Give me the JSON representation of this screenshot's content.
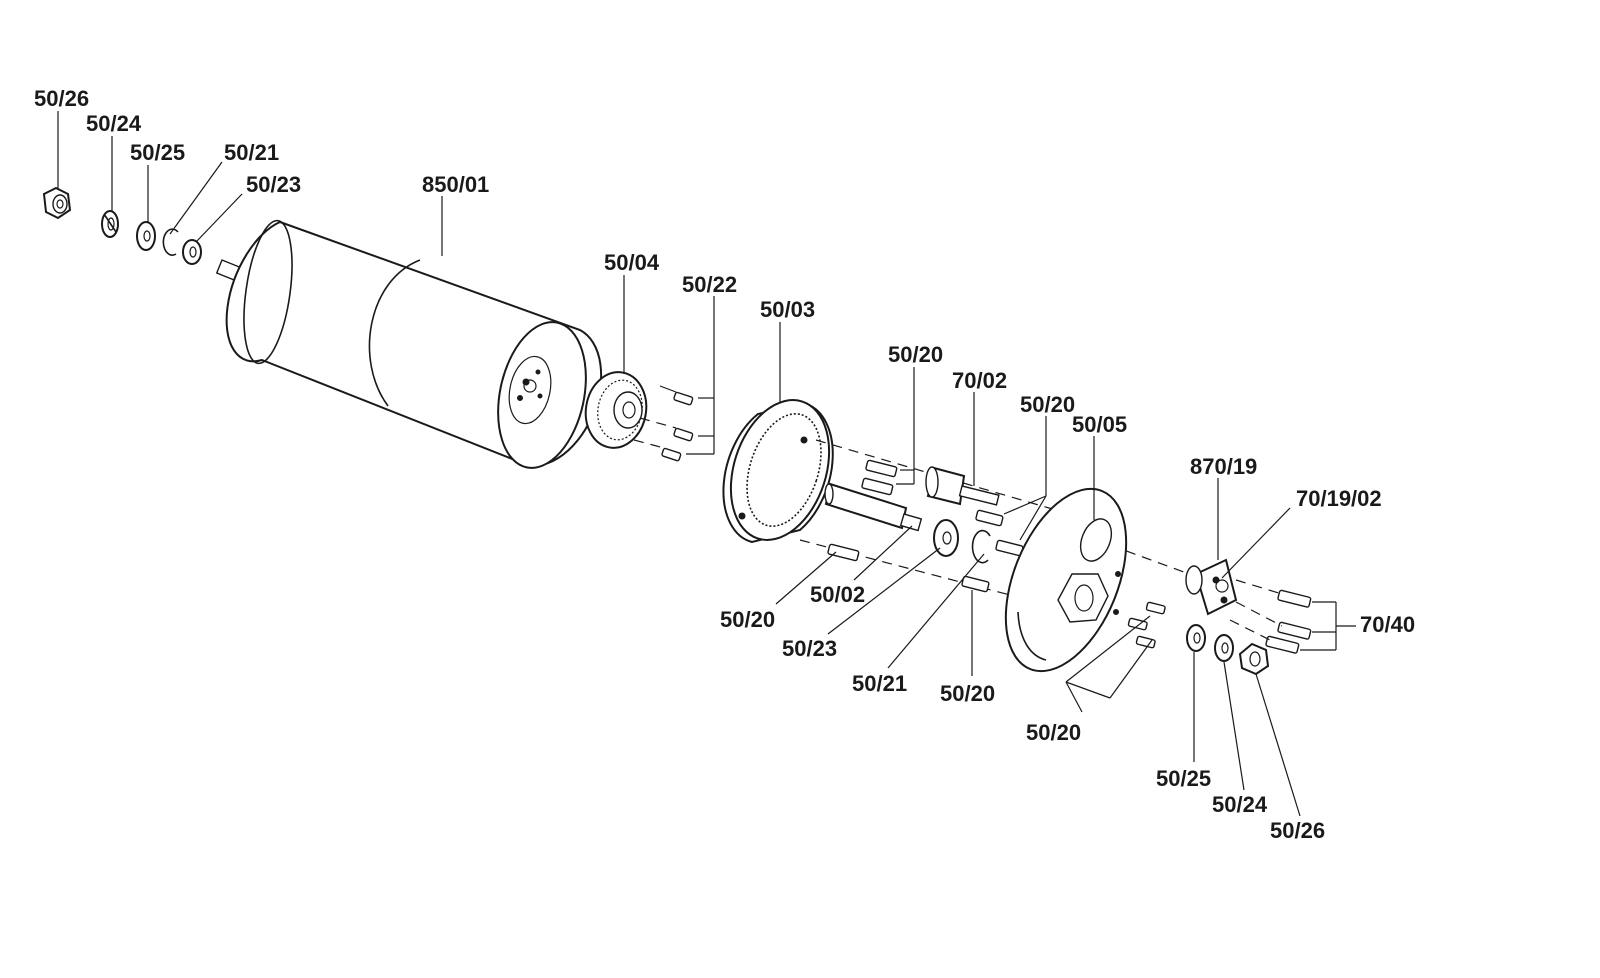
{
  "labels": {
    "top_nut": "50/26",
    "top_lock_washer": "50/24",
    "top_washer": "50/25",
    "top_circlip": "50/21",
    "top_spacer": "50/23",
    "motor": "850/01",
    "bearing": "50/04",
    "bearing_screws": "50/22",
    "ring_gear": "50/03",
    "screws_upper": "50/20",
    "pinion": "70/02",
    "screws_mid": "50/20",
    "end_plate": "50/05",
    "bracket": "870/19",
    "bracket_sub": "70/19/02",
    "bracket_screws": "70/40",
    "screw_lower_left": "50/20",
    "shaft": "50/02",
    "shaft_washer": "50/23",
    "shaft_circlip": "50/21",
    "screw_lower_mid": "50/20",
    "screws_lower_right": "50/20",
    "bottom_washer": "50/25",
    "bottom_lock_washer": "50/24",
    "bottom_nut": "50/26"
  }
}
